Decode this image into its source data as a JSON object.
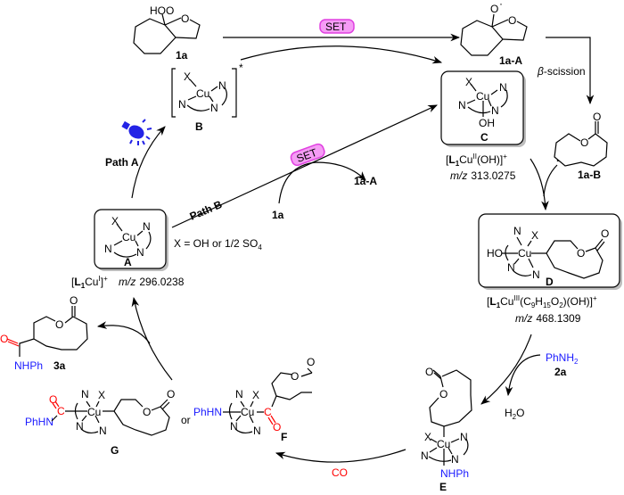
{
  "colors": {
    "set_badge": "#e040e0",
    "amine": "#1a1aff",
    "carbonyl": "#ff0000",
    "light_bulb": "#2323e6"
  },
  "icons": {
    "light": "light-bulb-icon"
  },
  "atoms": {
    "cu": "Cu",
    "n": "N",
    "x": "X",
    "o": "O",
    "oh": "OH",
    "ho": "HO",
    "hoo": "HOO",
    "c": "C",
    "o_radical": "O",
    "radical_dot": "·",
    "phhn": "PhHN",
    "nhph": "NHPh"
  },
  "set_label": "SET",
  "path_a": "Path A",
  "path_b": "Path B",
  "compounds": {
    "c1a": "1a",
    "c1aA": "1a-A",
    "c1aB": "1a-B",
    "c2a": "2a",
    "c3a": "3a",
    "phnh2": [
      "PhNH",
      "2"
    ],
    "h2o": [
      "H",
      "2",
      "O"
    ],
    "co": "CO",
    "or": "or",
    "beta": "β",
    "scission": "-scission",
    "star": "*"
  },
  "intermediates": {
    "A": {
      "label": "A",
      "note": [
        "X = OH or 1/2 SO",
        "4"
      ],
      "formula": [
        "[",
        "L",
        "1",
        "Cu",
        "I",
        "]",
        "+"
      ],
      "mz_label": "m/z",
      "mz": "296.0238"
    },
    "B": {
      "label": "B"
    },
    "C": {
      "label": "C",
      "formula": [
        "[",
        "L",
        "1",
        "Cu",
        "II",
        "(OH)]",
        "+"
      ],
      "mz_label": "m/z",
      "mz": "313.0275"
    },
    "D": {
      "label": "D",
      "formula": [
        "[",
        "L",
        "1",
        "Cu",
        "III",
        "(C",
        "9",
        "H",
        "15",
        "O",
        "2",
        ")(OH)]",
        "+"
      ],
      "mz_label": "m/z",
      "mz": "468.1309"
    },
    "E": {
      "label": "E"
    },
    "F": {
      "label": "F"
    },
    "G": {
      "label": "G"
    }
  }
}
